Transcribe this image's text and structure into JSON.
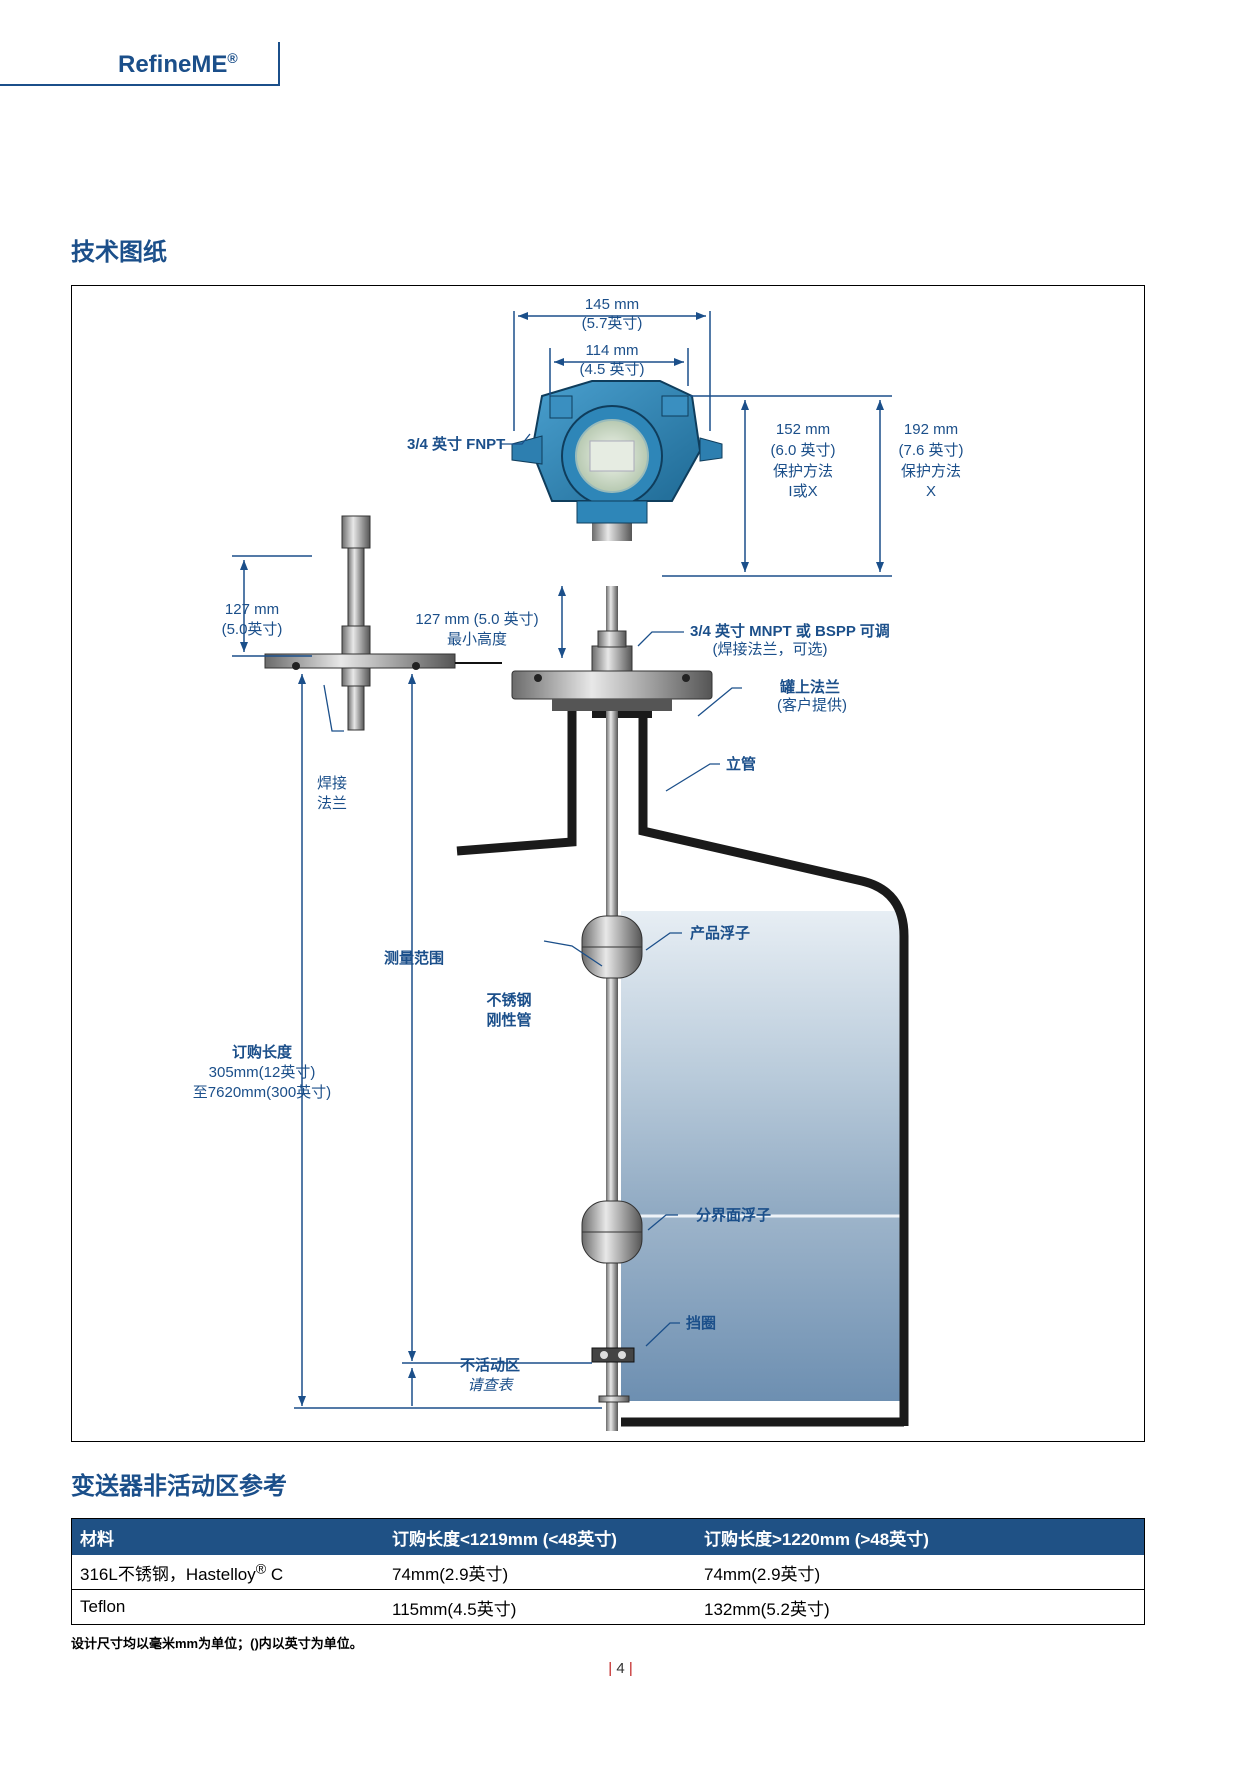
{
  "header": {
    "brand": "RefineME",
    "brand_mark": "®"
  },
  "section_drawing": {
    "title": "技术图纸"
  },
  "drawing": {
    "dim_width_outer": "145 mm",
    "dim_width_outer_in": "(5.7英寸)",
    "dim_width_inner": "114 mm",
    "dim_width_inner_in": "(4.5 英寸)",
    "conduit": "3/4 英寸 FNPT",
    "dim_h1": "152 mm",
    "dim_h1_in": "(6.0 英寸)",
    "dim_h1_p1": "保护方法",
    "dim_h1_p2": "I或X",
    "dim_h2": "192 mm",
    "dim_h2_in": "(7.6 英寸)",
    "dim_h2_p1": "保护方法",
    "dim_h2_p2": "X",
    "dim_weld": "127 mm",
    "dim_weld_in": "(5.0英寸)",
    "dim_min": "127 mm (5.0 英寸)",
    "dim_min_label": "最小高度",
    "mnpt": "3/4 英寸 MNPT 或 BSPP 可调",
    "mnpt_sub": "(焊接法兰，可选)",
    "flange": "罐上法兰",
    "flange_sub": "(客户提供)",
    "riser": "立管",
    "weld_flange_1": "焊接",
    "weld_flange_2": "法兰",
    "range": "测量范围",
    "product_float": "产品浮子",
    "tube_1": "不锈钢",
    "tube_2": "刚性管",
    "order_len": "订购长度",
    "order_len_1": "305mm(12英寸)",
    "order_len_2": "至7620mm(300英寸)",
    "interface_float": "分界面浮子",
    "stop": "挡圈",
    "inactive": "不活动区",
    "inactive_sub": "请查表"
  },
  "section_table": {
    "title": "变送器非活动区参考"
  },
  "table": {
    "headers": [
      "材料",
      "订购长度<1219mm (<48英寸)",
      "订购长度>1220mm (>48英寸)"
    ],
    "rows": [
      {
        "material": "316L不锈钢，Hastelloy",
        "material_sup": "®",
        "material_tail": " C",
        "short": "74mm(2.9英寸)",
        "long": "74mm(2.9英寸)"
      },
      {
        "material": "Teflon",
        "material_sup": "",
        "material_tail": "",
        "short": "115mm(4.5英寸)",
        "long": "132mm(5.2英寸)"
      }
    ]
  },
  "note": "设计尺寸均以毫米mm为单位；()内以英寸为单位。",
  "page": {
    "number": "4"
  },
  "colors": {
    "brand": "#1b4f8a",
    "table_header": "#1f5185",
    "liquid": "#c7d6e3"
  }
}
